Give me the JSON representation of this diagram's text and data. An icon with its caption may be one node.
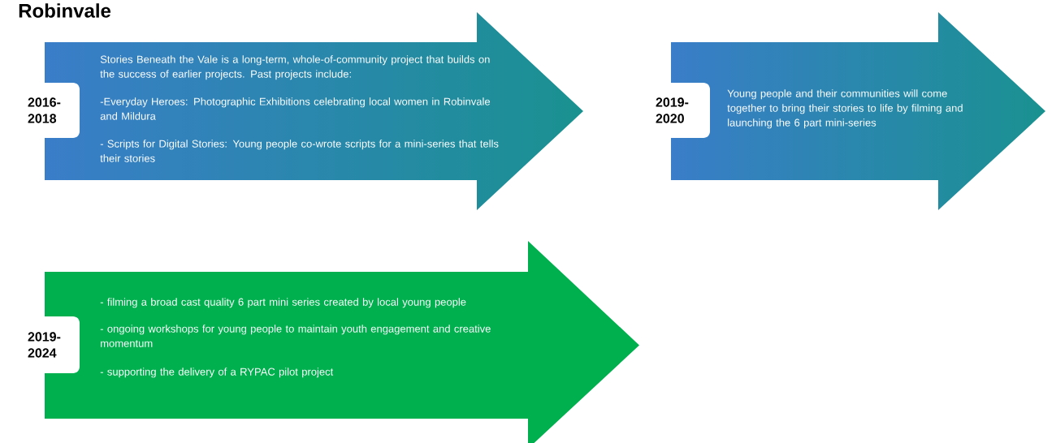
{
  "diagram": {
    "title": "Robinvale",
    "nodes": [
      {
        "text": [
          "2016- 2018"
        ]
      },
      {
        "text": [
          "Stories Beneath the Vale is a long-term, whole-of-community project that builds on the success of earlier projects. Past projects include:",
          "-Everyday Heroes: Photographic Exhibitions celebrating local women in Robinvale and Mildura",
          "- Scripts for Digital Stories: Young people co-wrote scripts for a mini-series that tells their stories"
        ]
      },
      {
        "text": [
          "2019- 2020"
        ]
      },
      {
        "text": [
          "Young people and their communities will come together to bring their stories to life by filming and launching the 6 part mini-series"
        ]
      },
      {
        "text": [
          "2019- 2024"
        ]
      },
      {
        "text": [
          "- filming a broad cast quality 6 part mini series created by local young people",
          "- ongoing workshops for young people to maintain youth engagement and creative momentum",
          "- supporting the delivery of a RYPAC pilot project"
        ]
      }
    ]
  }
}
